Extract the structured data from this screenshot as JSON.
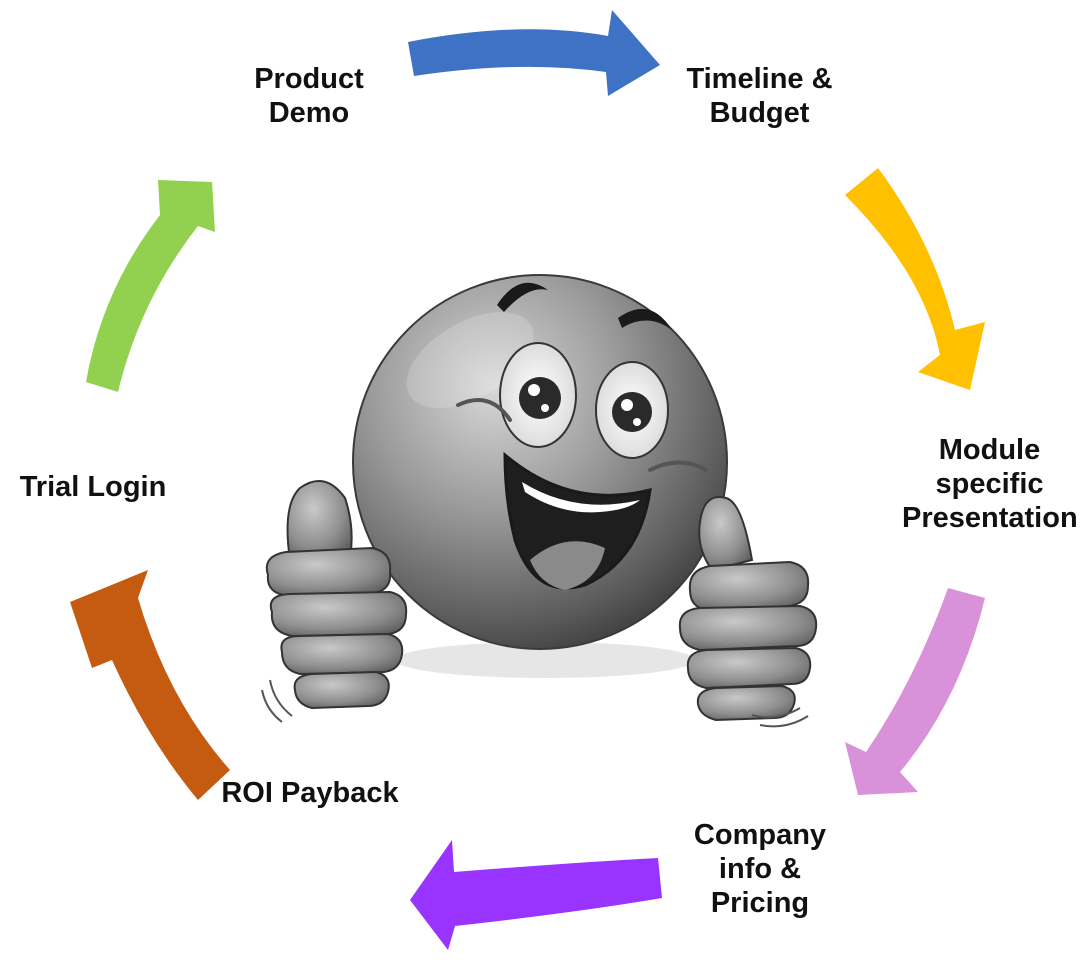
{
  "cycle": {
    "steps": [
      {
        "id": "product-demo",
        "lines": [
          "Product",
          "Demo"
        ]
      },
      {
        "id": "timeline-budget",
        "lines": [
          "Timeline &",
          "Budget"
        ]
      },
      {
        "id": "module-presentation",
        "lines": [
          "Module",
          "specific",
          "Presentation"
        ]
      },
      {
        "id": "company-pricing",
        "lines": [
          "Company",
          "info &",
          "Pricing"
        ]
      },
      {
        "id": "roi-payback",
        "lines": [
          "ROI Payback"
        ]
      },
      {
        "id": "trial-login",
        "lines": [
          "Trial Login"
        ]
      }
    ],
    "arrow_colors": {
      "blue": "#3E72C4",
      "yellow": "#FFC000",
      "pink": "#D991D9",
      "purple": "#9933FF",
      "orange": "#C55A11",
      "green": "#92D050"
    }
  },
  "illustration": {
    "subject": "smiley-thumbs-up-icon"
  }
}
